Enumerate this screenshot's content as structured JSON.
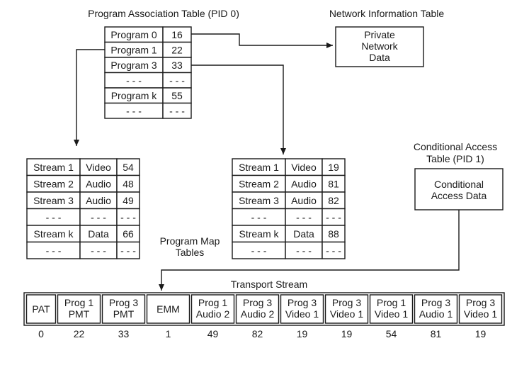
{
  "labels": {
    "pat_title": "Program Association Table (PID 0)",
    "nit_title": "Network Information Table",
    "cat_title_line1": "Conditional Access",
    "cat_title_line2": "Table (PID 1)",
    "pmt_caption_line1": "Program Map",
    "pmt_caption_line2": "Tables",
    "ts_title": "Transport Stream"
  },
  "nit_box": [
    "Private",
    "Network",
    "Data"
  ],
  "cat_box": [
    "Conditional",
    "Access Data"
  ],
  "pat_rows": [
    [
      "Program 0",
      "16"
    ],
    [
      "Program 1",
      "22"
    ],
    [
      "Program 3",
      "33"
    ],
    [
      "- - -",
      "- - -"
    ],
    [
      "Program k",
      "55"
    ],
    [
      "- - -",
      "- - -"
    ]
  ],
  "pmt_left_rows": [
    [
      "Stream 1",
      "Video",
      "54"
    ],
    [
      "Stream 2",
      "Audio",
      "48"
    ],
    [
      "Stream 3",
      "Audio",
      "49"
    ],
    [
      "- - -",
      "- - -",
      "- - -"
    ],
    [
      "Stream k",
      "Data",
      "66"
    ],
    [
      "- - -",
      "- - -",
      "- - -"
    ]
  ],
  "pmt_right_rows": [
    [
      "Stream 1",
      "Video",
      "19"
    ],
    [
      "Stream 2",
      "Audio",
      "81"
    ],
    [
      "Stream 3",
      "Audio",
      "82"
    ],
    [
      "- - -",
      "- - -",
      "- - -"
    ],
    [
      "Stream k",
      "Data",
      "88"
    ],
    [
      "- - -",
      "- - -",
      "- - -"
    ]
  ],
  "ts_packets": [
    {
      "lines": [
        "PAT"
      ],
      "pid": "0"
    },
    {
      "lines": [
        "Prog 1",
        "PMT"
      ],
      "pid": "22"
    },
    {
      "lines": [
        "Prog 3",
        "PMT"
      ],
      "pid": "33"
    },
    {
      "lines": [
        "EMM"
      ],
      "pid": "1"
    },
    {
      "lines": [
        "Prog 1",
        "Audio 2"
      ],
      "pid": "49"
    },
    {
      "lines": [
        "Prog 3",
        "Audio 2"
      ],
      "pid": "82"
    },
    {
      "lines": [
        "Prog 3",
        "Video 1"
      ],
      "pid": "19"
    },
    {
      "lines": [
        "Prog 3",
        "Video 1"
      ],
      "pid": "19"
    },
    {
      "lines": [
        "Prog 1",
        "Video 1"
      ],
      "pid": "54"
    },
    {
      "lines": [
        "Prog 3",
        "Audio 1"
      ],
      "pid": "81"
    },
    {
      "lines": [
        "Prog 3",
        "Video 1"
      ],
      "pid": "19"
    }
  ]
}
